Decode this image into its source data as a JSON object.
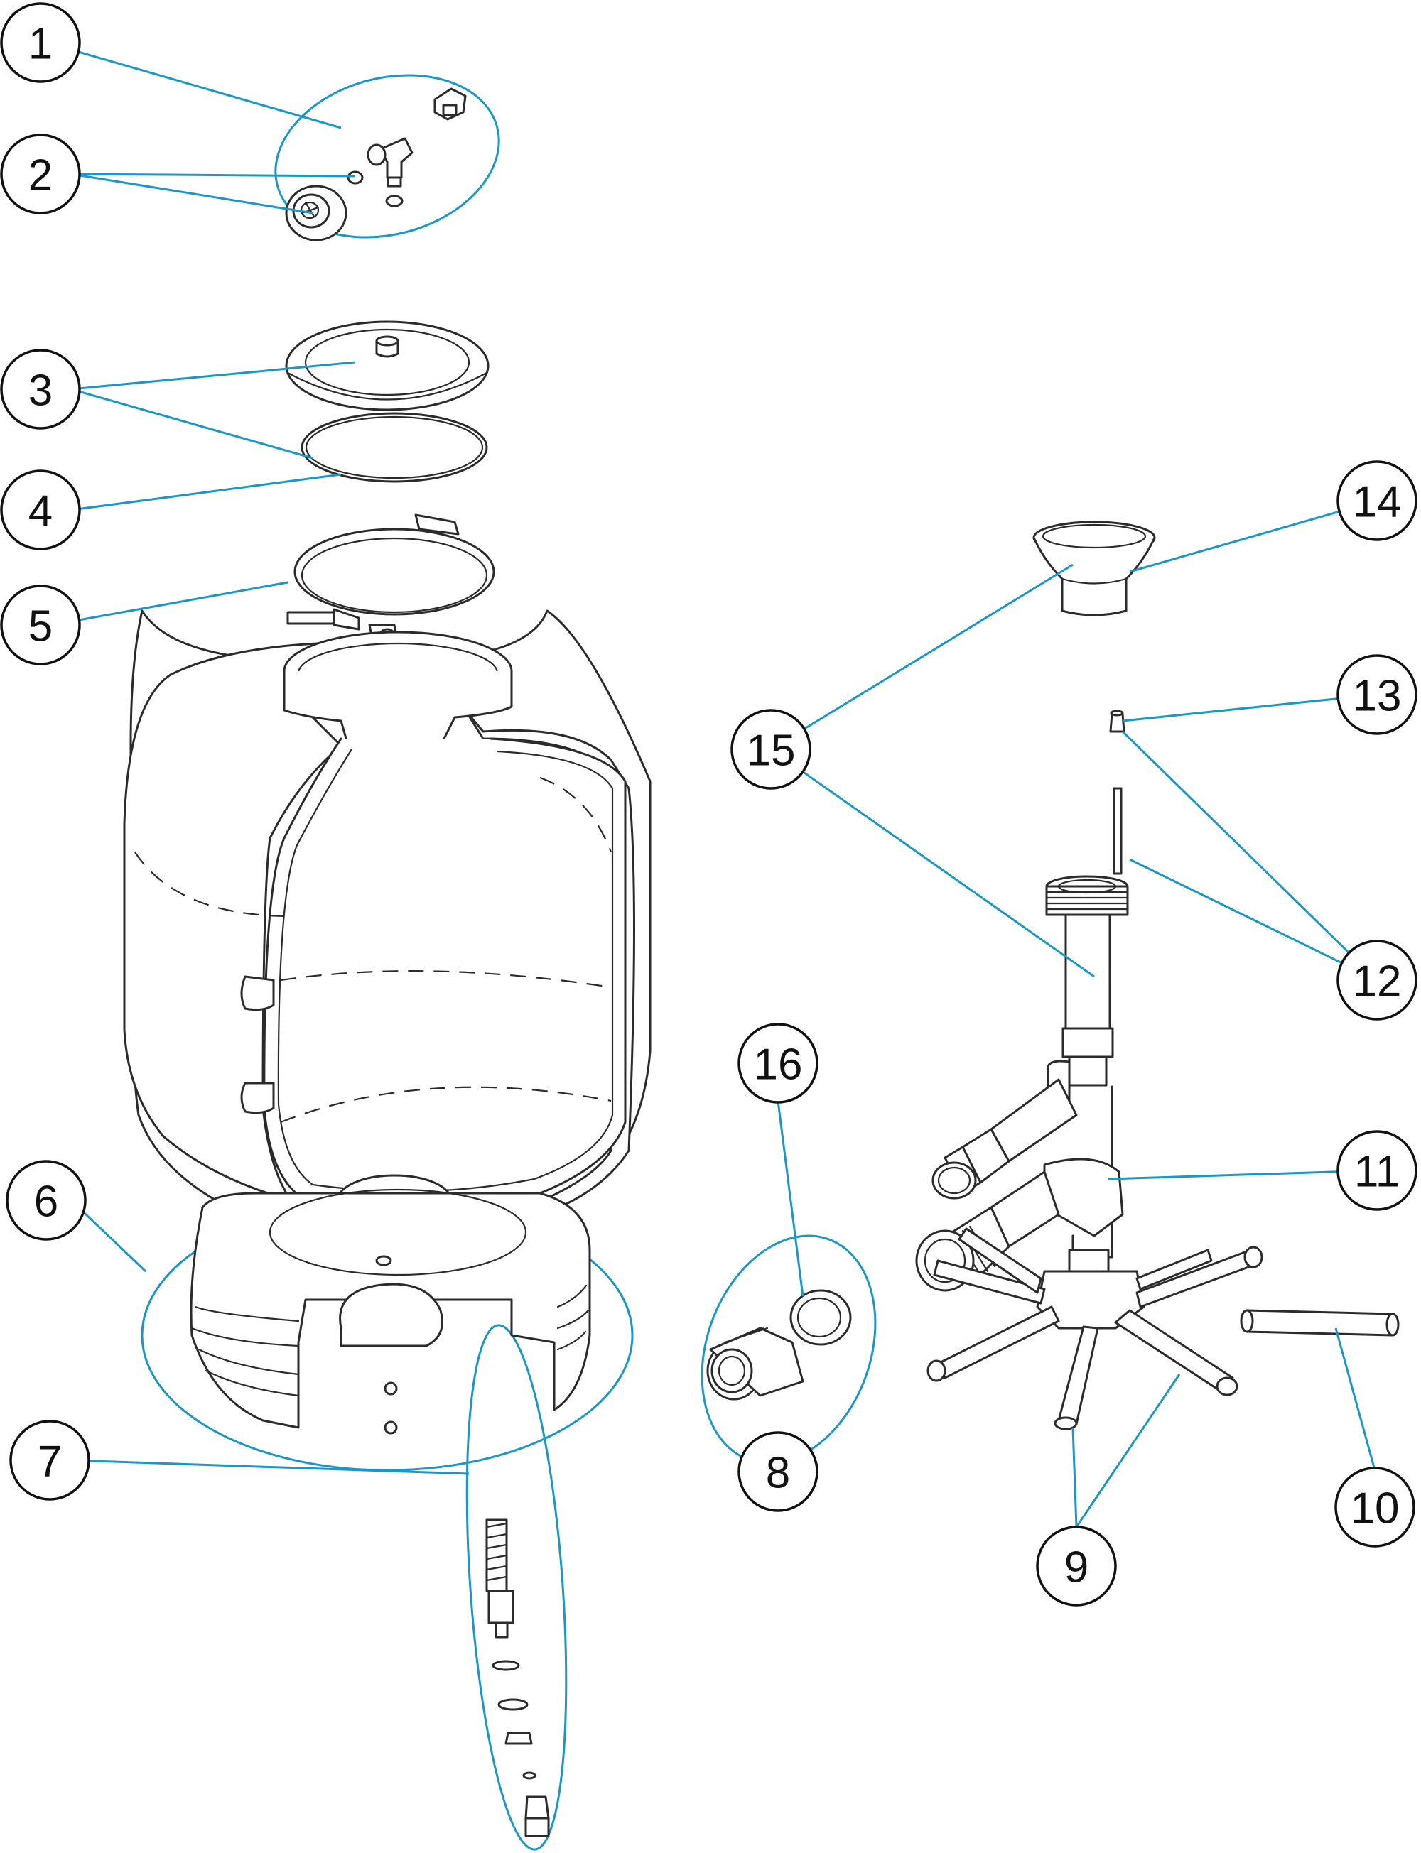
{
  "callouts": {
    "c1": "1",
    "c2": "2",
    "c3": "3",
    "c4": "4",
    "c5": "5",
    "c6": "6",
    "c7": "7",
    "c8": "8",
    "c9": "9",
    "c10": "10",
    "c11": "11",
    "c12": "12",
    "c13": "13",
    "c14": "14",
    "c15": "15",
    "c16": "16"
  },
  "colors": {
    "leader": "#1a96c8",
    "outline": "#2b2b2b",
    "background": "#ffffff"
  }
}
